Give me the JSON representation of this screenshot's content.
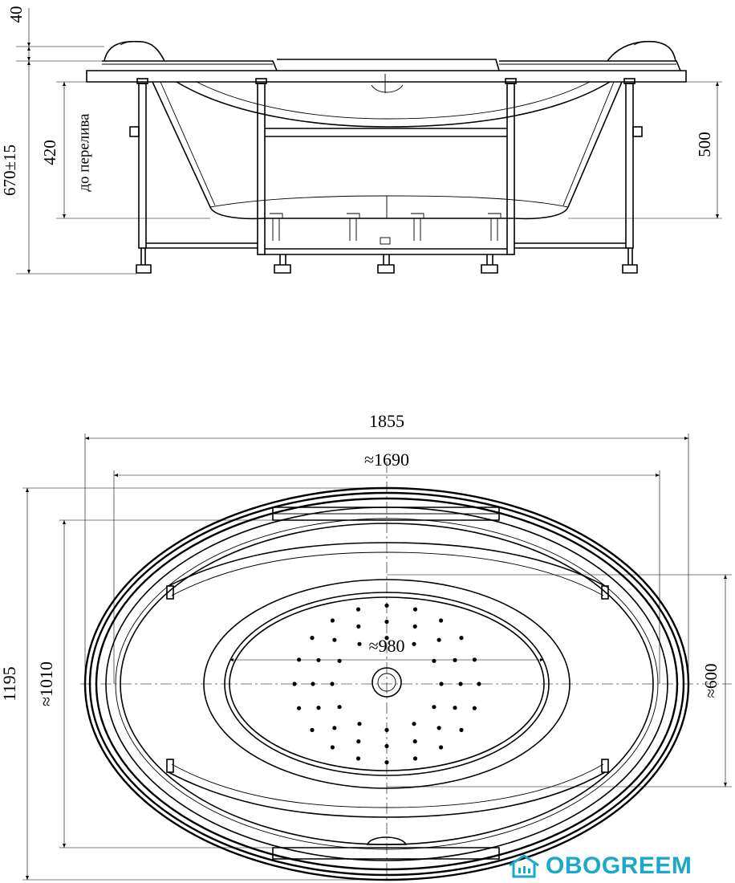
{
  "side_view": {
    "dim_top": "40",
    "dim_total_height": "670±15",
    "dim_overflow": "420",
    "overflow_caption": "до перелива",
    "dim_frame": "500"
  },
  "plan_view": {
    "dim_length_outer": "1855",
    "dim_length_inner": "≈1690",
    "dim_width_outer": "1195",
    "dim_width_inner": "≈1010",
    "dim_bottom_length": "≈980",
    "dim_bottom_width": "≈600"
  },
  "watermark": {
    "text": "OBOGREEM",
    "color": "#1aa9c9",
    "icon": "house-icon"
  }
}
